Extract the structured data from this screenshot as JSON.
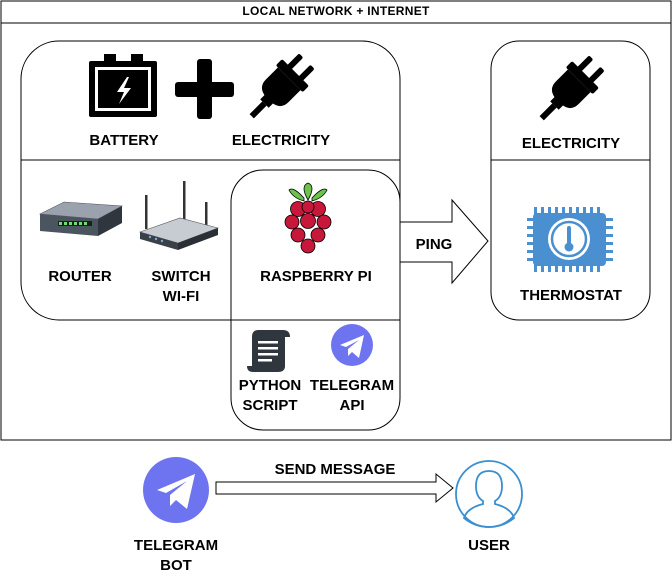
{
  "network": {
    "title": "LOCAL NETWORK + INTERNET"
  },
  "power_group": {
    "battery_label": "BATTERY",
    "electricity_label": "ELECTRICITY"
  },
  "devices": {
    "router_label": "ROUTER",
    "switch_label": "SWITCH\nWI-FI",
    "raspberry_label": "RASPBERRY PI",
    "python_label": "PYTHON\nSCRIPT",
    "telegram_api_label": "TELEGRAM\nAPI"
  },
  "thermostat_group": {
    "electricity_label": "ELECTRICITY",
    "thermostat_label": "THERMOSTAT"
  },
  "arrows": {
    "ping_label": "PING",
    "send_message_label": "SEND MESSAGE"
  },
  "bottom": {
    "telegram_bot_label": "TELEGRAM\nBOT",
    "user_label": "USER"
  },
  "colors": {
    "telegram_purple": "#6e74f0",
    "thermostat_blue": "#4a8fcf",
    "user_blue": "#3a8fd0",
    "raspberry_red": "#c7173b",
    "leaf_green": "#6cc24a"
  }
}
